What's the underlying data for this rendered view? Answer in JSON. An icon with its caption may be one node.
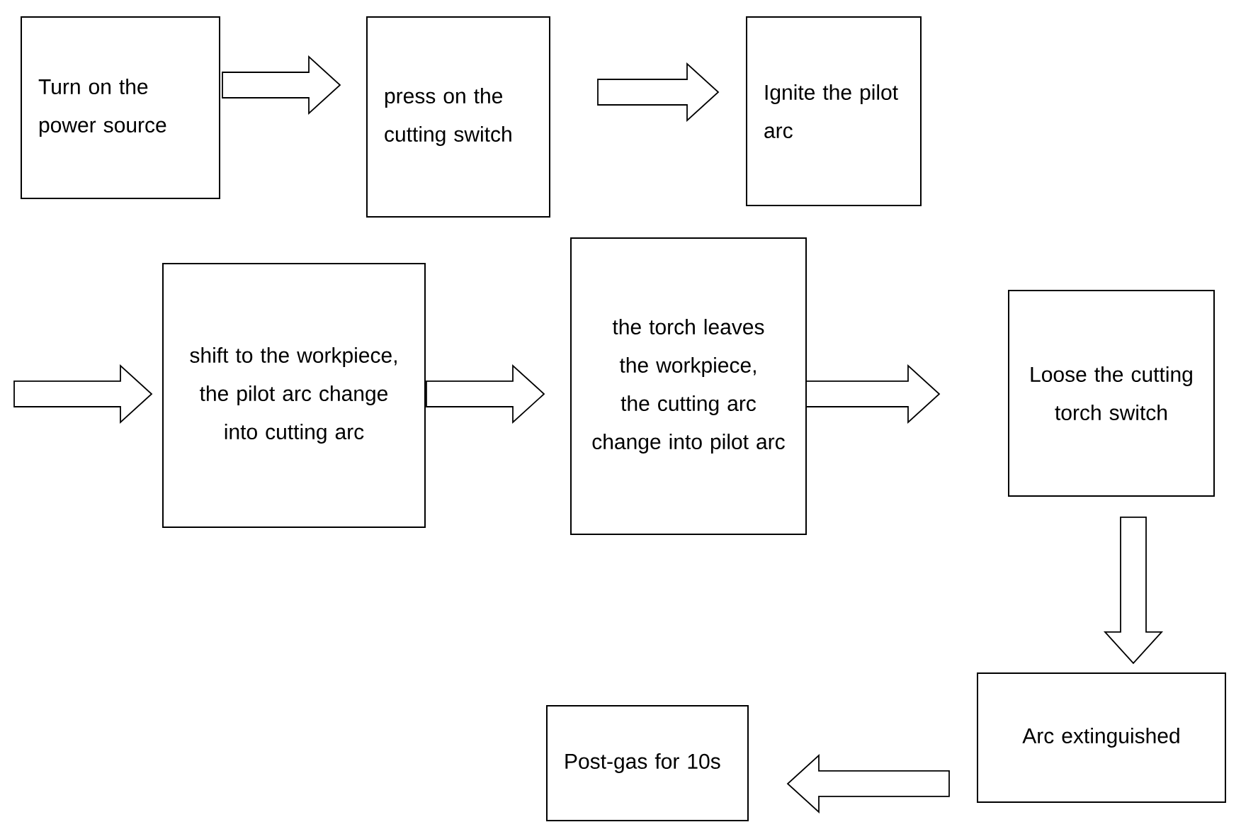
{
  "diagram": {
    "nodes": [
      {
        "text": [
          "Turn on the power source"
        ]
      },
      {
        "text": [
          "press on the cutting switch"
        ]
      },
      {
        "text": [
          "Ignite the pilot arc"
        ]
      },
      {
        "text": [
          "shift to the workpiece, the pilot arc change into cutting arc"
        ]
      },
      {
        "text": [
          "the torch leaves the workpiece, the cutting arc change into pilot arc"
        ]
      },
      {
        "text": [
          "Loose the cutting torch switch"
        ]
      },
      {
        "text": [
          "Arc extinguished"
        ]
      },
      {
        "text": [
          "Post-gas for 10s"
        ]
      }
    ],
    "edges": [
      {
        "from": 0,
        "to": 1,
        "arrow": "to"
      },
      {
        "from": 1,
        "to": 2,
        "arrow": "to"
      },
      {
        "from": null,
        "to": 3,
        "arrow": "to"
      },
      {
        "from": 3,
        "to": 4,
        "arrow": "to"
      },
      {
        "from": 4,
        "to": 5,
        "arrow": "to"
      },
      {
        "from": 5,
        "to": 6,
        "arrow": "to"
      },
      {
        "from": 6,
        "to": 7,
        "arrow": "to"
      }
    ]
  }
}
